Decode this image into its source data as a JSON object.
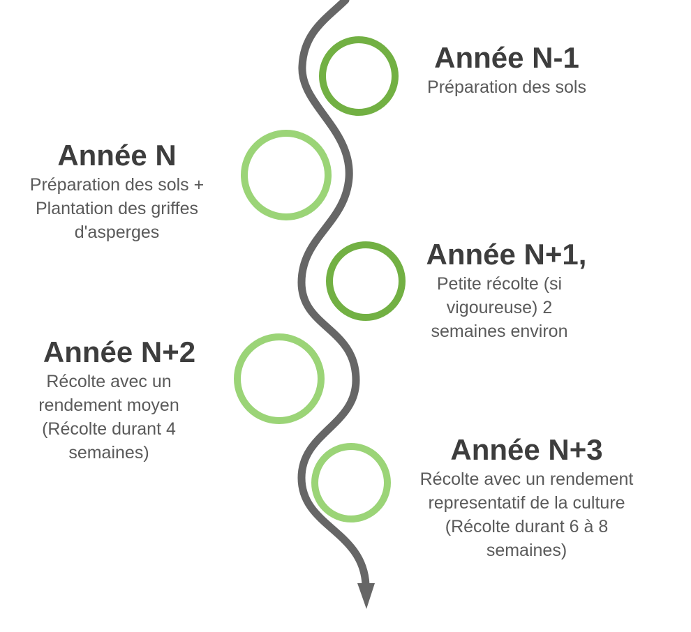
{
  "colors": {
    "timeline": "#666666",
    "circle_dark": "#72b043",
    "circle_light": "#9bd477",
    "title": "#3d3d3d",
    "text": "#5a5a5a"
  },
  "steps": [
    {
      "title": "Année N-1",
      "lines": [
        "Préparation des sols"
      ],
      "circle": "dark"
    },
    {
      "title": "Année N",
      "lines": [
        "Préparation des sols +",
        "Plantation des griffes",
        "d'asperges"
      ],
      "circle": "light"
    },
    {
      "title": "Année N+1,",
      "lines": [
        "Petite récolte (si",
        "vigoureuse) 2",
        "semaines environ"
      ],
      "circle": "dark"
    },
    {
      "title": "Année N+2",
      "lines": [
        "Récolte avec un",
        "rendement moyen",
        "(Récolte durant 4",
        "semaines)"
      ],
      "circle": "light"
    },
    {
      "title": "Année N+3",
      "lines": [
        "Récolte avec un rendement",
        "representatif de la culture",
        "(Récolte durant 6 à 8",
        "semaines)"
      ],
      "circle": "light"
    }
  ]
}
